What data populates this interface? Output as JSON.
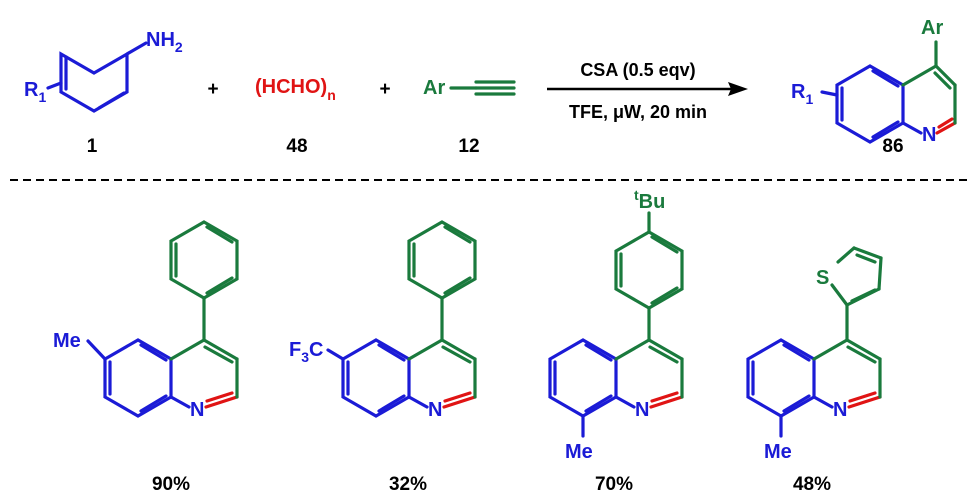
{
  "colors": {
    "core": "#1b1bd6",
    "aryl": "#1a7a3d",
    "formaldehyde": "#e01414",
    "label": "#000000"
  },
  "reaction": {
    "reactant1": {
      "substituent": "R",
      "substituent_sub": "1",
      "group": "NH",
      "group_sub": "2",
      "number": "1"
    },
    "plus1": "+",
    "reactant2": {
      "formula": "(HCHO)",
      "formula_sub": "n",
      "number": "48"
    },
    "plus2": "+",
    "reactant3": {
      "group": "Ar",
      "number": "12"
    },
    "conditions_top": "CSA (0.5 eqv)",
    "conditions_bottom": "TFE, μW, 20 min",
    "product": {
      "substituent": "R",
      "substituent_sub": "1",
      "aryl": "Ar",
      "heteroatom": "N",
      "number": "86"
    }
  },
  "examples": [
    {
      "substituent": "Me",
      "heteroatom": "N",
      "yield": "90%"
    },
    {
      "substituent": "F",
      "substituent_sub": "3",
      "substituent_tail": "C",
      "heteroatom": "N",
      "yield": "32%"
    },
    {
      "top_sup": "t",
      "top_group": "Bu",
      "substituent": "Me",
      "heteroatom": "N",
      "yield": "70%"
    },
    {
      "ring_atom": "S",
      "substituent": "Me",
      "heteroatom": "N",
      "yield": "48%"
    }
  ]
}
